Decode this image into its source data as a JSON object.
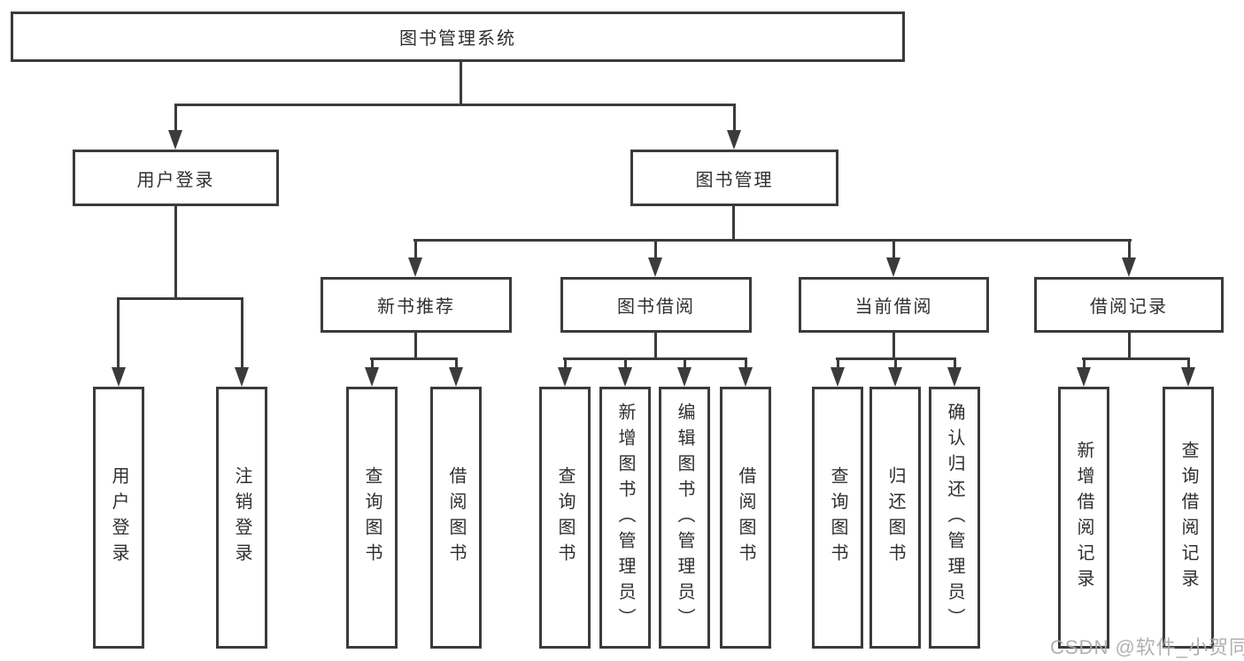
{
  "watermark": "CSDN @软件_小贺同学",
  "colors": {
    "line": "#3b3b3b",
    "text": "#2f2f2f",
    "watermark": "#a8a8a8",
    "background": "#ffffff"
  },
  "tree": {
    "label": "图书管理系统",
    "children": [
      {
        "label": "用户登录",
        "children": [
          {
            "label": "用户登录"
          },
          {
            "label": "注销登录"
          }
        ]
      },
      {
        "label": "图书管理",
        "children": [
          {
            "label": "新书推荐",
            "children": [
              {
                "label": "查询图书"
              },
              {
                "label": "借阅图书"
              }
            ]
          },
          {
            "label": "图书借阅",
            "children": [
              {
                "label": "查询图书"
              },
              {
                "label": "新增图书（管理员）"
              },
              {
                "label": "编辑图书（管理员）"
              },
              {
                "label": "借阅图书"
              }
            ]
          },
          {
            "label": "当前借阅",
            "children": [
              {
                "label": "查询图书"
              },
              {
                "label": "归还图书"
              },
              {
                "label": "确认归还（管理员）"
              }
            ]
          },
          {
            "label": "借阅记录",
            "children": [
              {
                "label": "新增借阅记录"
              },
              {
                "label": "查询借阅记录"
              }
            ]
          }
        ]
      }
    ]
  }
}
